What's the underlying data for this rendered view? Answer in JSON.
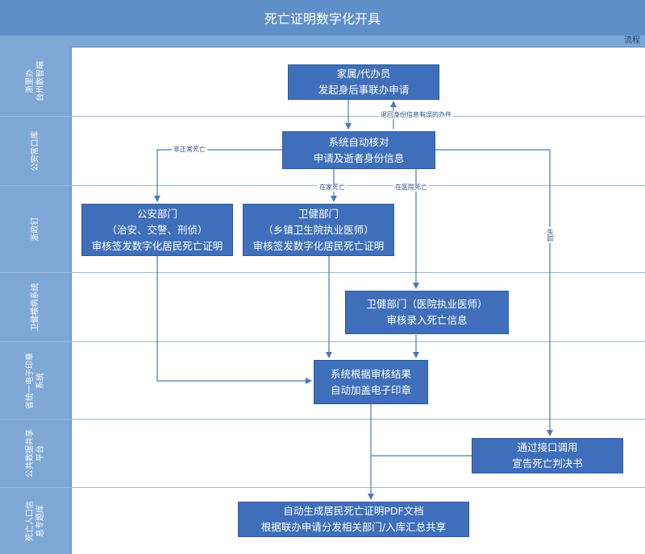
{
  "title": "死亡证明数字化开具",
  "header": {
    "right_label": "流程"
  },
  "lanes": [
    {
      "label": "浙里办\n台州数智端"
    },
    {
      "label": "公安常口库"
    },
    {
      "label": "浙政钉"
    },
    {
      "label": "卫健横病系统"
    },
    {
      "label": "省统一电子印章\n系统"
    },
    {
      "label": "公共数据共享\n平台"
    },
    {
      "label": "死亡人口信\n息专题库"
    }
  ],
  "nodes": {
    "family": "家属/代办员\n发起身后事联办申请",
    "verify": "系统自动核对\n申请及逝者身份信息",
    "police": "公安部门\n（治安、交警、刑侦）\n审核签发数字化居民死亡证明",
    "health_town": "卫健部门\n（乡镇卫生院执业医师）\n审核签发数字化居民死亡证明",
    "health_hospital": "卫健部门（医院执业医师）\n审核录入死亡信息",
    "seal": "系统根据审核结果\n自动加盖电子印章",
    "interface": "通过接口调用\n宣告死亡判决书",
    "pdf": "自动生成居民死亡证明PDF文档\n根据联办申请分发相关部门/入库汇总共享"
  },
  "edge_labels": {
    "return": "退回身份信息有误的办件",
    "abnormal": "非正常死亡",
    "home": "在家死亡",
    "hospital": "在医院死亡",
    "missing": "失踪"
  },
  "colors": {
    "box": "#3f6fba",
    "lane_label": "#7ea7d6",
    "title": "#5f8fc8",
    "arrow": "#4a78b8"
  }
}
